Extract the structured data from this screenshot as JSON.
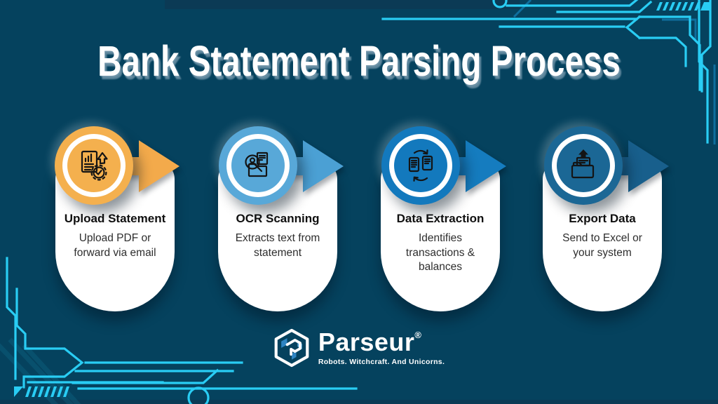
{
  "title": "Bank Statement Parsing Process",
  "steps": [
    {
      "title": "Upload Statement",
      "description": "Upload PDF or forward via email",
      "accent": "#F4B04E",
      "arrow": "#F3AA4B",
      "icon": "upload-statement-icon"
    },
    {
      "title": "OCR Scanning",
      "description": "Extracts text from statement",
      "accent": "#58A8D8",
      "arrow": "#4BA0D4",
      "icon": "ocr-scanning-icon"
    },
    {
      "title": "Data Extraction",
      "description": "Identifies transactions & balances",
      "accent": "#1379BD",
      "arrow": "#157CBF",
      "icon": "data-extraction-icon"
    },
    {
      "title": "Export Data",
      "description": "Send to Excel or your system",
      "accent": "#1B6795",
      "arrow": "#185F8C",
      "icon": "export-data-icon"
    }
  ],
  "footer": {
    "brand": "Parseur",
    "registered": "®",
    "tagline": "Robots. Witchcraft. And Unicorns."
  },
  "colors": {
    "background": "#05425E",
    "circuit": "#29CDF4",
    "card": "#FFFFFF",
    "accent_orange": "#F4B04E",
    "accent_light_blue": "#58A8D8",
    "accent_blue": "#1379BD",
    "accent_dark_blue": "#1B6795",
    "logo_blue": "#2E84C2"
  }
}
